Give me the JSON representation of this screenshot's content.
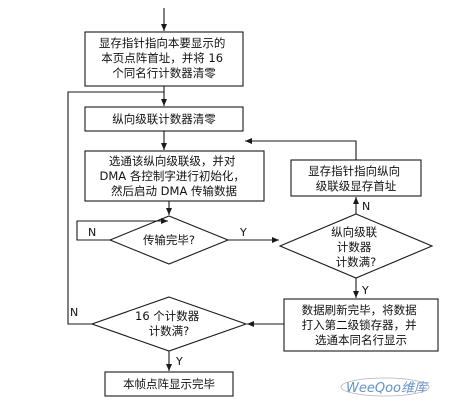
{
  "nodes": {
    "box_pointer_init": [
      "显存指针指向本要显示的",
      "本页点阵首址，并将 16",
      "个同名行计数器清零"
    ],
    "box_vert_clear": [
      "纵向级联计数器清零"
    ],
    "box_dma_setup": [
      "选通该纵向级联级，并对",
      "DMA 各控制字进行初始化，",
      "然后启动 DMA 传输数据"
    ],
    "box_pointer_next": [
      "显存指针指向纵向",
      "级联级显存首址"
    ],
    "dec_transfer_done": [
      "传输完毕?"
    ],
    "dec_vert_full": [
      "纵向级联",
      "计数器",
      "计数满?"
    ],
    "box_refresh": [
      "数据刷新完毕，将数据",
      "打入第二级锁存器，并",
      "选通本同名行显示"
    ],
    "dec_sixteen_full": [
      "16 个计数器",
      "计数满?"
    ],
    "box_frame_done": [
      "本帧点阵显示完毕"
    ]
  },
  "edge_labels": {
    "transfer_no": "N",
    "transfer_yes": "Y",
    "vert_yes": "Y",
    "vert_no": "N",
    "sixteen_no": "N",
    "sixteen_yes": "Y"
  },
  "watermark": {
    "text": "WeeQoo维库"
  },
  "colors": {
    "stroke": "#1a1a1a",
    "text": "#111111",
    "watermark_blue": "#2f6fb5",
    "watermark_gray": "#9a9a9a"
  }
}
